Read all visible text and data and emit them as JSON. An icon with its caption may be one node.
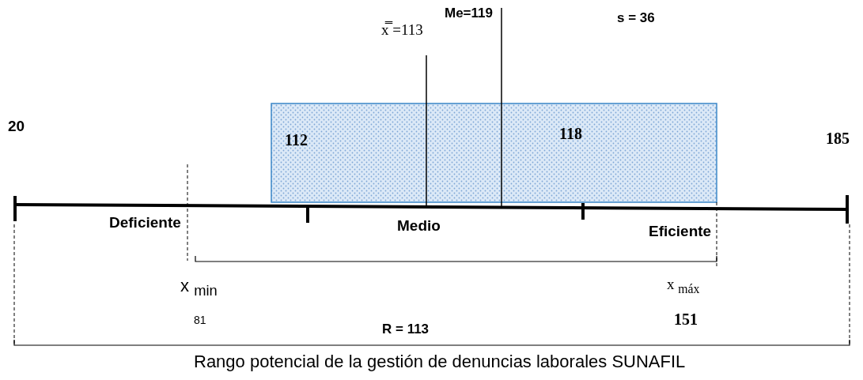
{
  "diagram": {
    "caption": "Rango potencial de la gestión de denuncias laborales SUNAFIL",
    "labels": [
      "x̿ =113",
      "Me=119",
      "s = 36",
      "20",
      "112",
      "118",
      "185",
      "Deficiente",
      "Medio",
      "Eficiente",
      "x $_{min}$",
      "x $_{máx}$",
      "81",
      "151",
      "R = 113"
    ]
  }
}
